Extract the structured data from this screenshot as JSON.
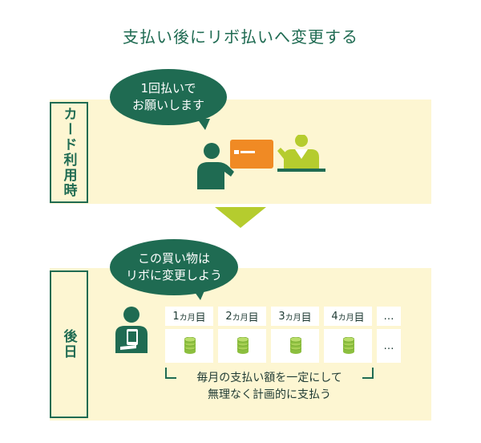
{
  "title": "支払い後にリボ払いへ変更する",
  "section1": {
    "label": "カード利用時",
    "bubble_line1": "1回払いで",
    "bubble_line2": "お願いします"
  },
  "section2": {
    "label": "後日",
    "bubble_line1": "この買い物は",
    "bubble_line2": "リボに変更しよう",
    "months": [
      {
        "num": "1",
        "unit": "カ月",
        "suffix": "目"
      },
      {
        "num": "2",
        "unit": "カ月",
        "suffix": "目"
      },
      {
        "num": "3",
        "unit": "カ月",
        "suffix": "目"
      },
      {
        "num": "4",
        "unit": "カ月",
        "suffix": "目"
      }
    ],
    "more": "…",
    "note_line1": "毎月の支払い額を一定にして",
    "note_line2": "無理なく計画的に支払う"
  },
  "colors": {
    "dark_green": "#1f6b52",
    "band": "#fdf6d2",
    "lime": "#b5cc2e",
    "card_orange": "#f08a24",
    "coin": "#8cbf3f"
  }
}
